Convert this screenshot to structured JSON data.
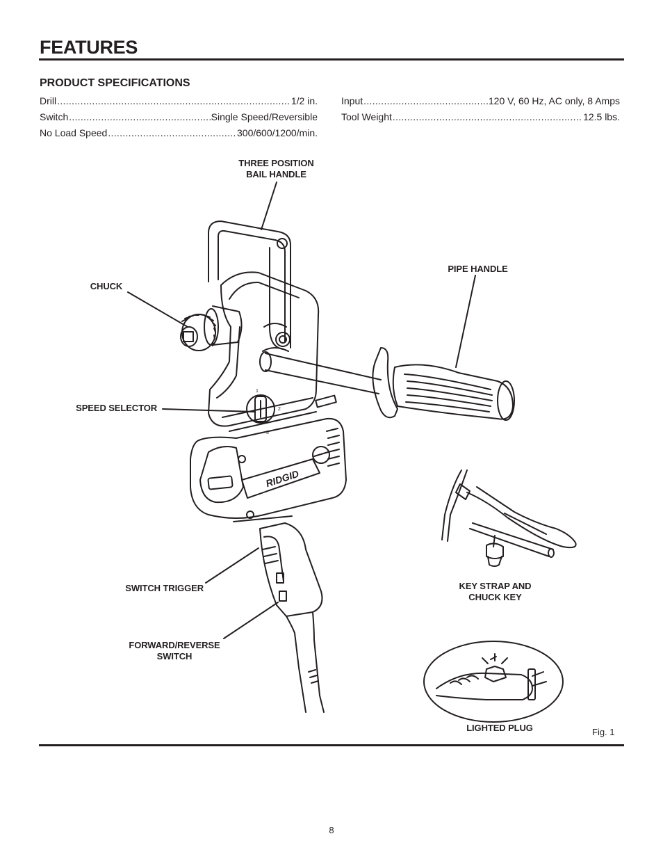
{
  "header": {
    "title": "FEATURES"
  },
  "specs": {
    "heading": "PRODUCT SPECIFICATIONS",
    "left": [
      {
        "name": "Drill ",
        "value": " 1/2 in."
      },
      {
        "name": "Switch",
        "value": "Single Speed/Reversible"
      },
      {
        "name": "No Load Speed ",
        "value": "300/600/1200/min."
      }
    ],
    "right": [
      {
        "name": "Input ",
        "value": "120 V, 60 Hz, AC only, 8 Amps"
      },
      {
        "name": "Tool Weight ",
        "value": " 12.5 lbs."
      }
    ]
  },
  "figure": {
    "callouts": {
      "bail_handle": "THREE POSITION\nBAIL HANDLE",
      "chuck": "CHUCK",
      "pipe_handle": "PIPE HANDLE",
      "speed_selector": "SPEED SELECTOR",
      "switch_trigger": "SWITCH TRIGGER",
      "key_strap": "KEY STRAP AND\nCHUCK KEY",
      "forward_reverse": "FORWARD/REVERSE\nSWITCH",
      "lighted_plug": "LIGHTED PLUG"
    },
    "brand_text": "RIDGID",
    "selector_marks": [
      "1",
      "2",
      "3"
    ],
    "label": "Fig. 1"
  },
  "footer": {
    "page_number": "8"
  }
}
